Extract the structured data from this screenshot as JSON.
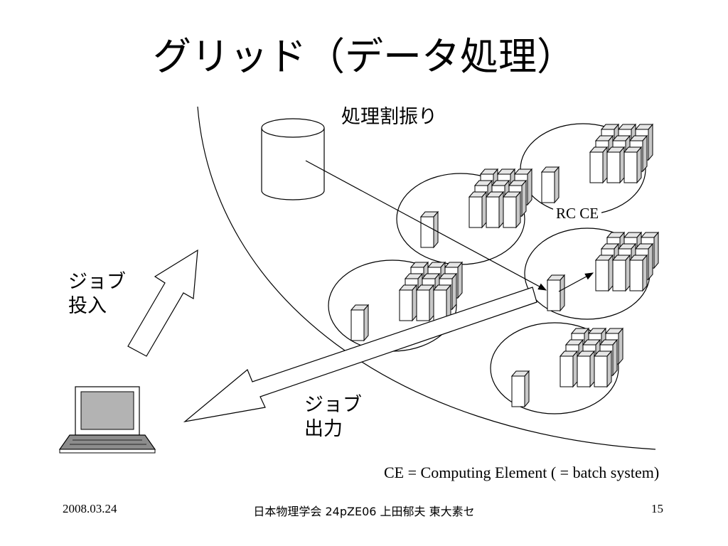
{
  "slide": {
    "title": "グリッド（データ処理）",
    "labels": {
      "dispatch": "処理割振り",
      "rc_ce": "RC CE",
      "submit_line1": "ジョブ",
      "submit_line2": "投入",
      "output_line1": "ジョブ",
      "output_line2": "出力"
    },
    "legend": "CE = Computing Element ( = batch system)",
    "footer": {
      "date": "2008.03.24",
      "center": "日本物理学会 24pZE06  上田郁夫  東大素セ",
      "page": "15"
    }
  },
  "icons": {
    "storage": "database-cylinder-icon",
    "client": "laptop-icon",
    "node": "server-rack-icon"
  },
  "colors": {
    "stroke": "#000000",
    "server_front": "#ffffff",
    "server_side": "#c8c8c8",
    "server_top": "#e6e6e6",
    "laptop_screen": "#b3b3b3",
    "laptop_base": "#8c8c8c"
  }
}
